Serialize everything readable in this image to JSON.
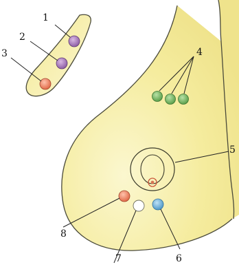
{
  "labels": {
    "l1": "1",
    "l2": "2",
    "l3": "3",
    "l4": "4",
    "l5": "5",
    "l6": "6",
    "l7": "7",
    "l8": "8"
  },
  "colors": {
    "cell_fill": "#f6f0a8",
    "cell_fill_light": "#fbf8d6",
    "cell_outline": "#4a4a3a",
    "purple_granule": "#a57ab8",
    "salmon_granule": "#ee8a6e",
    "green_granule": "#7cbf6a",
    "white_granule": "#ffffff",
    "blue_granule": "#6fb3e0",
    "nucleus_ring": "#3a3a2a",
    "nucleolus": "#d97555"
  }
}
